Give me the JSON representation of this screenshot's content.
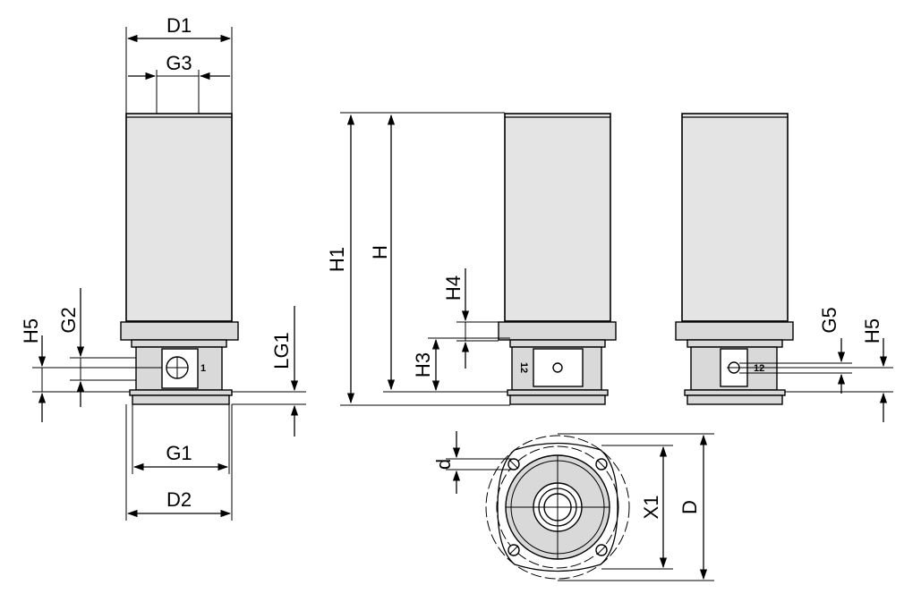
{
  "labels": {
    "D1": "D1",
    "G3": "G3",
    "G1": "G1",
    "D2": "D2",
    "H5_left": "H5",
    "G2": "G2",
    "LG1": "LG1",
    "H1": "H1",
    "H": "H",
    "H4": "H4",
    "H3": "H3",
    "G5": "G5",
    "H5_right": "H5",
    "d": "d",
    "X1": "X1",
    "D": "D"
  },
  "port_marks": {
    "left_port": "1",
    "middle_port": "12",
    "right_port": "12"
  }
}
